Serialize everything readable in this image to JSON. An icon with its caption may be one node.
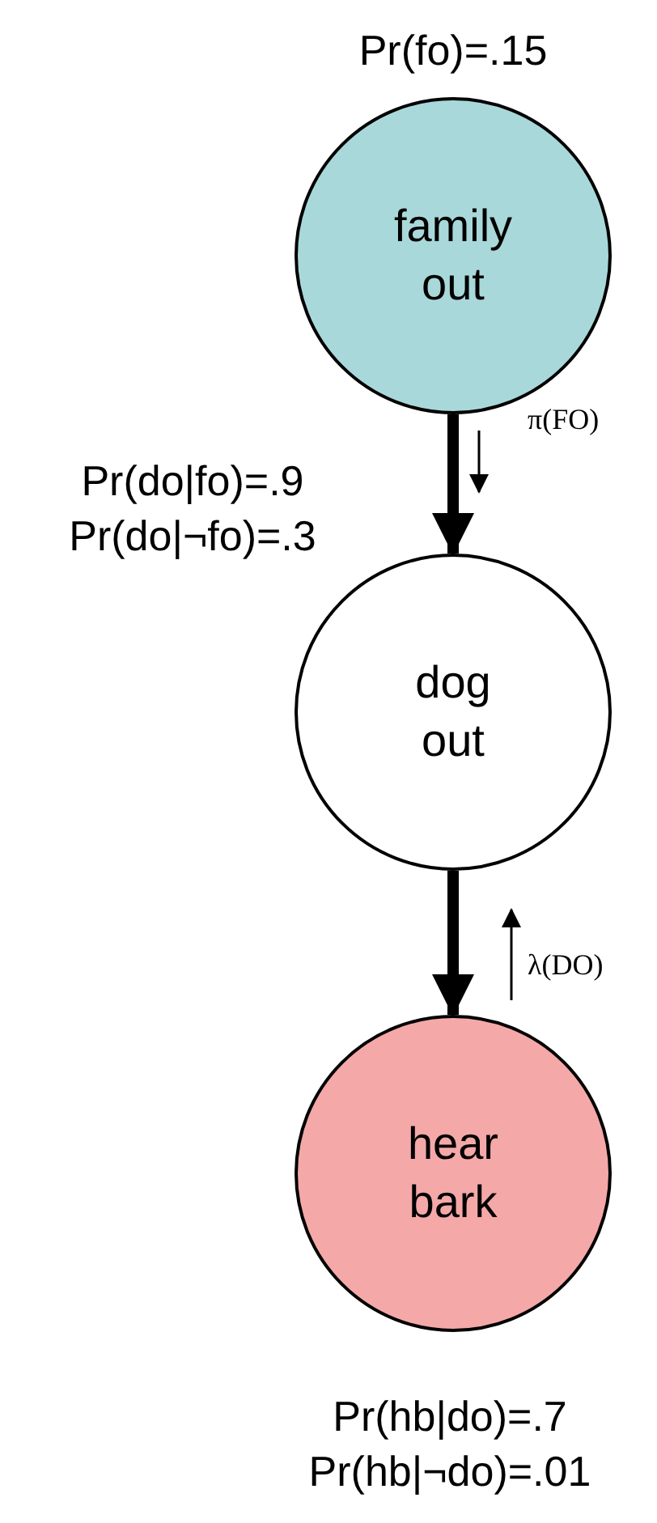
{
  "diagram": {
    "nodes": [
      {
        "text": [
          "family out"
        ],
        "beside": [
          "Pr(fo)=.15"
        ]
      },
      {
        "text": [
          "dog out"
        ],
        "beside": [
          "Pr(do|fo)=.9",
          "Pr(do|¬fo)=.3"
        ]
      },
      {
        "text": [
          "hear bark"
        ],
        "beside": [
          "Pr(hb|do)=.7",
          "Pr(hb|¬do)=.01"
        ]
      }
    ],
    "edges": [
      {
        "from": 0,
        "to": 1,
        "arrow": "to"
      },
      {
        "from": 1,
        "to": 2,
        "arrow": "to"
      }
    ],
    "labels": [
      "π(FO)",
      "λ(DO)"
    ]
  }
}
